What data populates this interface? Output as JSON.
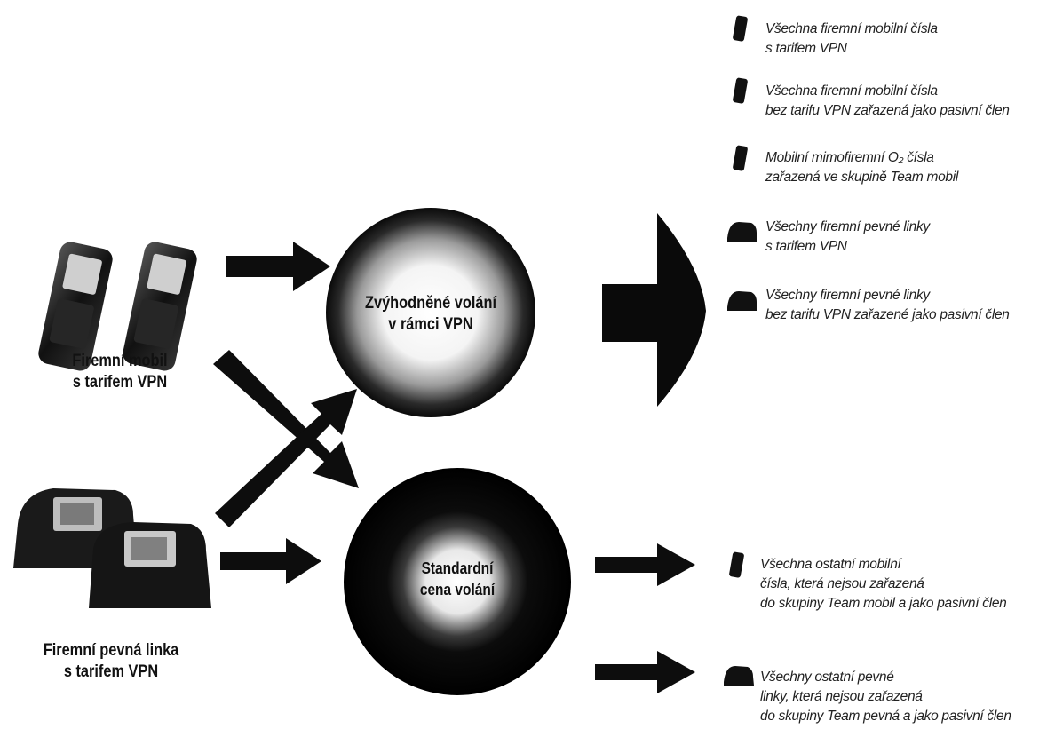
{
  "sources": {
    "mobile": {
      "lines": [
        "Firemní mobil",
        "s tarifem VPN"
      ]
    },
    "landline": {
      "lines": [
        "Firemní pevná linka",
        "s tarifem VPN"
      ]
    }
  },
  "circles": {
    "vpn": {
      "lines": [
        "Zvýhodněné volání",
        "v rámci VPN"
      ]
    },
    "standard": {
      "lines": [
        "Standardní",
        "cena volání"
      ]
    }
  },
  "vpn_targets": [
    {
      "icon": "mobile-phone-icon",
      "lines": [
        "Všechna firemní mobilní čísla",
        "s tarifem VPN"
      ]
    },
    {
      "icon": "mobile-phone-icon",
      "lines": [
        "Všechna firemní mobilní čísla",
        "bez tarifu VPN zařazená jako pasivní člen"
      ]
    },
    {
      "icon": "mobile-phone-icon",
      "lines": [
        "Mobilní mimofiremní O₂ čísla",
        "zařazená ve skupině Team mobil"
      ]
    },
    {
      "icon": "desk-phone-icon",
      "lines": [
        "Všechny firemní pevné linky",
        "s tarifem VPN"
      ]
    },
    {
      "icon": "desk-phone-icon",
      "lines": [
        "Všechny firemní pevné linky",
        "bez tarifu VPN zařazené jako pasivní člen"
      ]
    }
  ],
  "standard_targets": [
    {
      "icon": "mobile-phone-icon",
      "lines": [
        "Všechna ostatní mobilní",
        "čísla, která nejsou zařazená",
        "do skupiny Team mobil a jako pasivní člen"
      ]
    },
    {
      "icon": "desk-phone-icon",
      "lines": [
        "Všechny ostatní pevné",
        "linky, která nejsou zařazená",
        "do skupiny Team pevná a jako pasivní člen"
      ]
    }
  ]
}
